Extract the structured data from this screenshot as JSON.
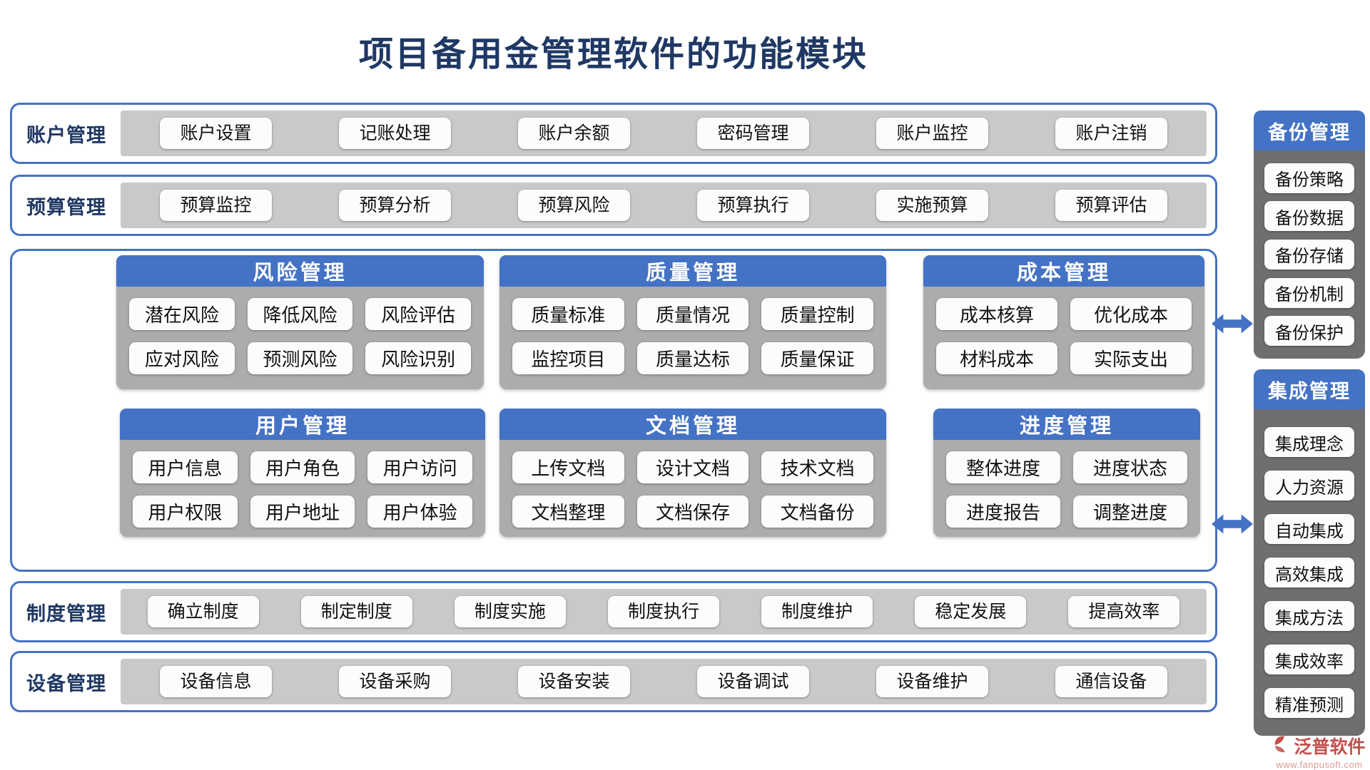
{
  "title": "项目备用金管理软件的功能模块",
  "bands": [
    {
      "label": "账户管理",
      "buttons": [
        "账户设置",
        "记账处理",
        "账户余额",
        "密码管理",
        "账户监控",
        "账户注销"
      ]
    },
    {
      "label": "预算管理",
      "buttons": [
        "预算监控",
        "预算分析",
        "预算风险",
        "预算执行",
        "实施预算",
        "预算评估"
      ]
    },
    {
      "label": "制度管理",
      "buttons": [
        "确立制度",
        "制定制度",
        "制度实施",
        "制度执行",
        "制度维护",
        "稳定发展",
        "提高效率"
      ]
    },
    {
      "label": "设备管理",
      "buttons": [
        "设备信息",
        "设备采购",
        "设备安装",
        "设备调试",
        "设备维护",
        "通信设备"
      ]
    }
  ],
  "panels": [
    {
      "title": "风险管理",
      "buttons": [
        "潜在风险",
        "降低风险",
        "风险评估",
        "应对风险",
        "预测风险",
        "风险识别"
      ]
    },
    {
      "title": "质量管理",
      "buttons": [
        "质量标准",
        "质量情况",
        "质量控制",
        "监控项目",
        "质量达标",
        "质量保证"
      ]
    },
    {
      "title": "成本管理",
      "buttons": [
        "成本核算",
        "优化成本",
        "材料成本",
        "实际支出"
      ]
    },
    {
      "title": "用户管理",
      "buttons": [
        "用户信息",
        "用户角色",
        "用户访问",
        "用户权限",
        "用户地址",
        "用户体验"
      ]
    },
    {
      "title": "文档管理",
      "buttons": [
        "上传文档",
        "设计文档",
        "技术文档",
        "文档整理",
        "文档保存",
        "文档备份"
      ]
    },
    {
      "title": "进度管理",
      "buttons": [
        "整体进度",
        "进度状态",
        "进度报告",
        "调整进度"
      ]
    }
  ],
  "sidebar": [
    {
      "title": "备份管理",
      "items": [
        "备份策略",
        "备份数据",
        "备份存储",
        "备份机制",
        "备份保护"
      ]
    },
    {
      "title": "集成管理",
      "items": [
        "集成理念",
        "人力资源",
        "自动集成",
        "高效集成",
        "集成方法",
        "集成效率",
        "精准预测"
      ]
    }
  ],
  "logo": {
    "brand": "泛普软件",
    "website": "www.fanpusoft.com"
  },
  "colors": {
    "accent_blue": "#4472C4",
    "title_navy": "#1F3864",
    "track_gray": "#C9C9C9",
    "panel_gray": "#ACACAC",
    "sidebar_gray": "#6F6F6F",
    "logo_red": "#C0504D"
  }
}
